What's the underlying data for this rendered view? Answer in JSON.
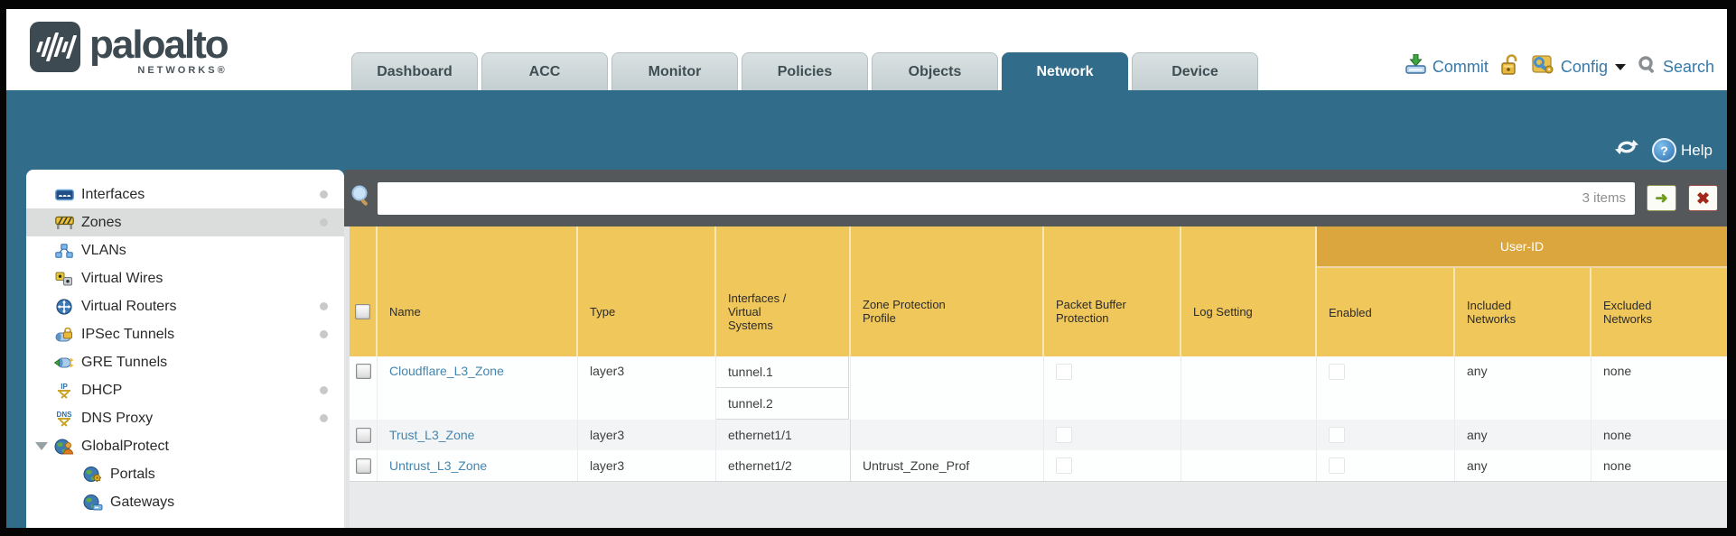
{
  "brand": {
    "name": "paloalto",
    "sub": "NETWORKS®"
  },
  "header": {
    "tabs": [
      {
        "label": "Dashboard",
        "active": false
      },
      {
        "label": "ACC",
        "active": false
      },
      {
        "label": "Monitor",
        "active": false
      },
      {
        "label": "Policies",
        "active": false
      },
      {
        "label": "Objects",
        "active": false
      },
      {
        "label": "Network",
        "active": true
      },
      {
        "label": "Device",
        "active": false
      }
    ],
    "utility": {
      "commit_label": "Commit",
      "config_label": "Config",
      "search_label": "Search"
    }
  },
  "top_strip": {
    "help_label": "Help",
    "help_glyph": "?"
  },
  "sidebar": {
    "items": [
      {
        "label": "Interfaces",
        "dot": true
      },
      {
        "label": "Zones",
        "dot": true,
        "selected": true
      },
      {
        "label": "VLANs"
      },
      {
        "label": "Virtual Wires"
      },
      {
        "label": "Virtual Routers",
        "dot": true
      },
      {
        "label": "IPSec Tunnels",
        "dot": true
      },
      {
        "label": "GRE Tunnels"
      },
      {
        "label": "DHCP",
        "dot": true
      },
      {
        "label": "DNS Proxy",
        "dot": true
      },
      {
        "label": "GlobalProtect",
        "expander": true
      },
      {
        "label": "Portals",
        "indent": true
      },
      {
        "label": "Gateways",
        "indent": true
      }
    ]
  },
  "toolbar": {
    "filter_value": "",
    "items_count": "3 items",
    "apply_glyph": "➜",
    "clear_glyph": "✖"
  },
  "table": {
    "group_header": "User-ID",
    "columns": {
      "name": "Name",
      "type": "Type",
      "interfaces": "Interfaces / Virtual Systems",
      "zone_protection_profile": "Zone Protection Profile",
      "packet_buffer_protection": "Packet Buffer Protection",
      "log_setting": "Log Setting",
      "enabled": "Enabled",
      "included_networks": "Included Networks",
      "excluded_networks": "Excluded Networks"
    },
    "rows": [
      {
        "name": "Cloudflare_L3_Zone",
        "type": "layer3",
        "interfaces": [
          "tunnel.1",
          "tunnel.2"
        ],
        "zone_protection_profile": "",
        "log_setting": "",
        "included_networks": "any",
        "excluded_networks": "none"
      },
      {
        "name": "Trust_L3_Zone",
        "type": "layer3",
        "interfaces": [
          "ethernet1/1"
        ],
        "zone_protection_profile": "",
        "log_setting": "",
        "included_networks": "any",
        "excluded_networks": "none"
      },
      {
        "name": "Untrust_L3_Zone",
        "type": "layer3",
        "interfaces": [
          "ethernet1/2"
        ],
        "zone_protection_profile": "Untrust_Zone_Prof",
        "log_setting": "",
        "included_networks": "any",
        "excluded_networks": "none"
      }
    ]
  },
  "colors": {
    "teal_band": "#316C8B",
    "dark_toolbar": "#54585A",
    "header_amber": "#F0C75A",
    "header_amber_dark": "#DCA63F",
    "link_blue": "#4586AE",
    "utility_blue": "#3679A9"
  }
}
